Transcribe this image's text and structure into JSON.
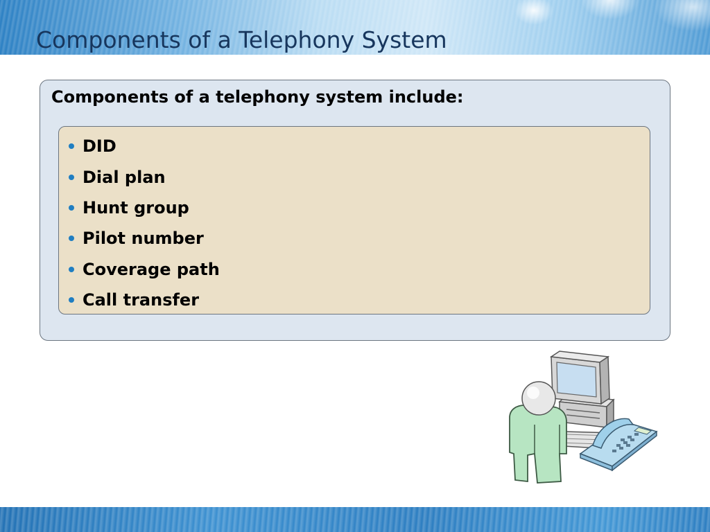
{
  "slide": {
    "title": "Components of a Telephony System",
    "intro": "Components of a telephony system include:",
    "items": [
      "DID",
      "Dial plan",
      "Hunt group",
      "Pilot number",
      "Coverage path",
      "Call transfer"
    ]
  },
  "colors": {
    "title_text": "#17365d",
    "outer_box_fill": "#dde6f0",
    "inner_box_fill": "#ebe0c8",
    "bullet": "#1f7ec2"
  },
  "icons": {
    "illustration": "user-computer-telephone-icon"
  }
}
